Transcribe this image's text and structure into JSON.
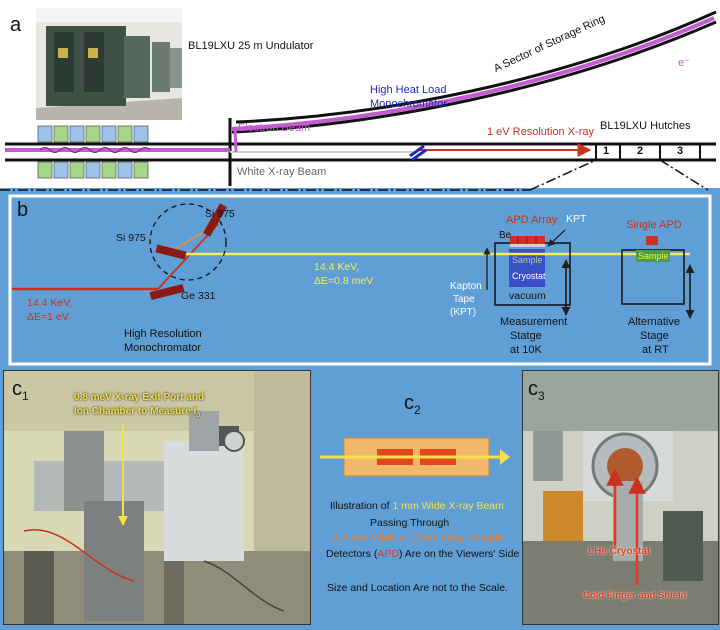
{
  "panel_a": {
    "letter": "a",
    "undulator": "BL19LXU 25 m Undulator",
    "storage_ring": "A Sector of Storage Ring",
    "electron_symbol": "e⁻",
    "hhlm_line1": "High Heat Load",
    "hhlm_line2": "Monochromator",
    "electron_beam": "Electron Beam",
    "white_beam": "White X-ray Beam",
    "xray_1ev": "1 eV Resolution X-ray",
    "hutches": "BL19LXU Hutches",
    "hutch_numbers": [
      "1",
      "2",
      "3"
    ]
  },
  "panel_b": {
    "letter": "b",
    "si975_left": "Si 975",
    "si975_right": "Si 975",
    "ge331": "Ge 331",
    "in_beam_line1": "14.4 KeV,",
    "in_beam_line2": "ΔE=1 eV",
    "hrm_line1": "High Resolution",
    "hrm_line2": "Monochromator",
    "out_beam_line1": "14.4 KeV,",
    "out_beam_line2": "ΔE=0.8 meV",
    "apd_array": "APD Array",
    "kpt": "KPT",
    "be": "Be",
    "sample": "Sample",
    "cryostat": "Cryostat",
    "vacuum": "vacuum",
    "kapton_line1": "Kapton",
    "kapton_line2": "Tape",
    "kapton_line3": "(KPT)",
    "meas_line1": "Measurement",
    "meas_line2": "Statge",
    "meas_line3": "at 10K",
    "single_apd": "Single APD",
    "alt_sample": "Sample",
    "alt_line1": "Alternative",
    "alt_line2": "Stage",
    "alt_line3": "at RT"
  },
  "panel_c1": {
    "letter": "c",
    "subscript": "1",
    "note_line1": "0.8 meV X-ray Exit Port and",
    "note_line2": "Ion Chamber to Measure I",
    "note_sub": "0"
  },
  "panel_c2": {
    "letter": "c",
    "subscript": "2",
    "line1_pre": "Illustration of ",
    "line1_hl": "1 mm Wide X-ray Beam",
    "line2": "Passing Through",
    "line3": "A 3 mm Wide x 10 mm Long Sample",
    "line4_pre": "Detectors (",
    "line4_hl": "APD",
    "line4_post": ") Are on the Viewers' Side",
    "note": "Size and Location Are not to the Scale."
  },
  "panel_c3": {
    "letter": "c",
    "subscript": "3",
    "lhe_cryostat": "LHe Cryostat",
    "cold_finger": "Cold Finger and Shield"
  },
  "colors": {
    "background": "#5f9fd6",
    "electron_beam": "#c35bd1",
    "xray_red": "#c8321e",
    "monochromatic_beam": "#f0ef55",
    "hhlm_blue": "#1f2bb5",
    "crystal": "#8b1a12",
    "highlight_yellow": "#f5e04a",
    "highlight_orange": "#f08030",
    "highlight_red": "#e23c1f"
  }
}
